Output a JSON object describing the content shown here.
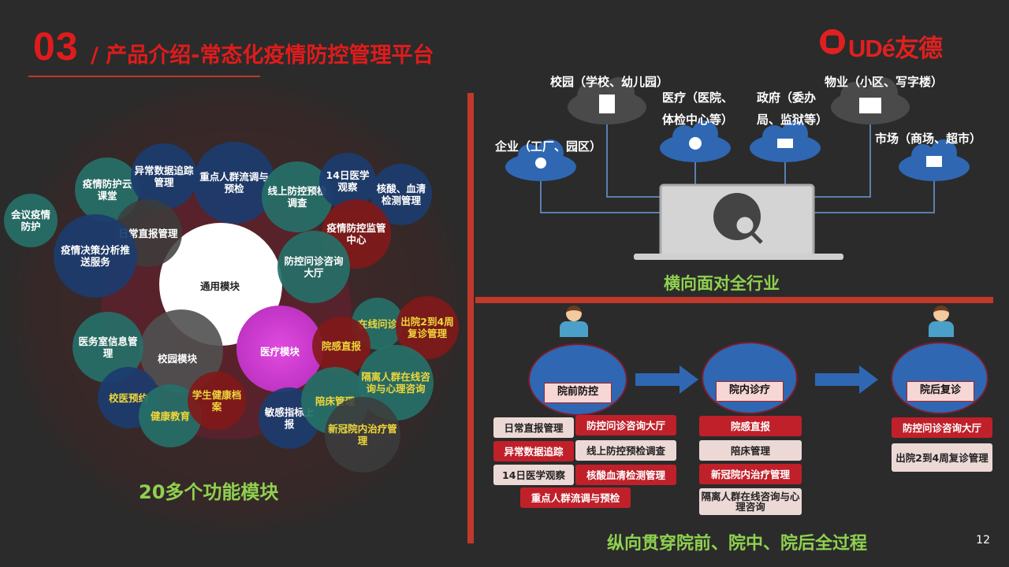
{
  "header": {
    "number": "03",
    "title": "/ 产品介绍-常态化疫情防控管理平台",
    "logo_text": "UDé友德"
  },
  "modules": {
    "general": "通用模块",
    "campus": "校园模块",
    "medical": "医疗模块",
    "bubbles": [
      "会议疫情防护",
      "疫情防护云课堂",
      "异常数据追踪管理",
      "重点人群流调与预检",
      "线上防控预检调查",
      "14日医学观察",
      "核酸、血清检测管理",
      "日常直报管理",
      "疫情决策分析推送服务",
      "疫情防控监管中心",
      "防控问诊咨询大厅",
      "在线问诊",
      "出院2到4周复诊管理",
      "院感直报",
      "隔离人群在线咨询与心理咨询",
      "医务室信息管理",
      "校医预约",
      "健康教育",
      "学生健康档案",
      "敏感指标上报",
      "陪床管理",
      "新冠院内治疗管理"
    ],
    "caption": "20多个功能模块"
  },
  "industries": {
    "items": [
      "校园（学校、幼儿园）",
      "医疗（医院、体检中心等）",
      "政府（委办局、监狱等）",
      "物业（小区、写字楼）",
      "企业（工厂、园区）",
      "市场（商场、超市）"
    ],
    "caption": "横向面对全行业"
  },
  "process": {
    "stages": [
      "院前防控",
      "院内诊疗",
      "院后复诊"
    ],
    "pre": [
      "日常直报管理",
      "防控问诊咨询大厅",
      "异常数据追踪",
      "线上防控预检调查",
      "14日医学观察",
      "核酸血清检测管理",
      "重点人群流调与预检"
    ],
    "in": [
      "院感直报",
      "陪床管理",
      "新冠院内治疗管理",
      "隔离人群在线咨询与心理咨询"
    ],
    "post": [
      "防控问诊咨询大厅",
      "出院2到4周复诊管理"
    ],
    "caption": "纵向贯穿院前、院中、院后全过程"
  },
  "page_number": "12",
  "colors": {
    "accent": "#e01b1b",
    "green": "#8fd14f",
    "blue": "#2f67b3"
  }
}
